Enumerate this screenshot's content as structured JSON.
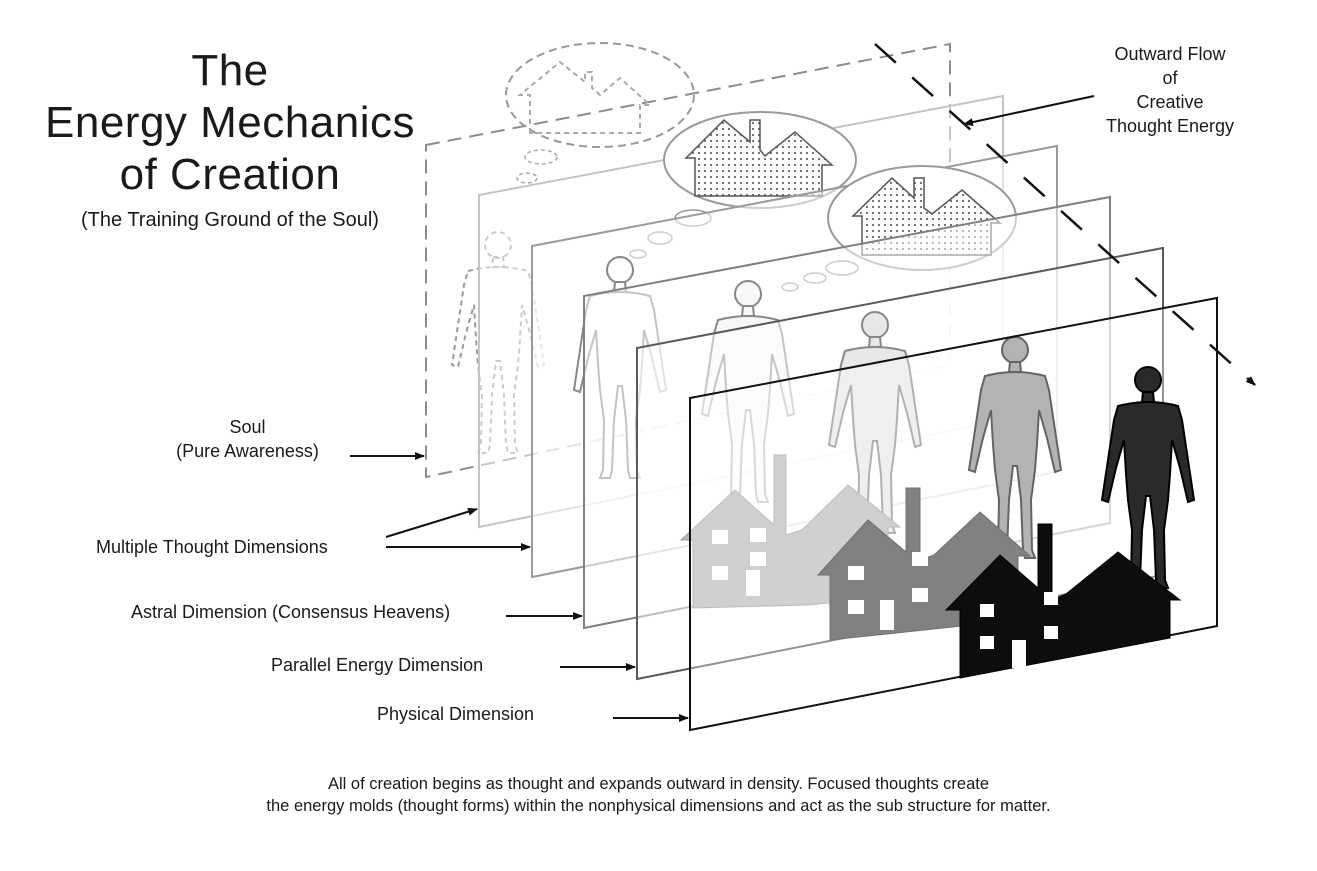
{
  "title": {
    "lines": [
      "The",
      "Energy Mechanics",
      "of Creation"
    ],
    "subtitle": "(The Training Ground of the Soul)"
  },
  "labels": {
    "outward_flow": [
      "Outward Flow",
      "of",
      "Creative",
      "Thought Energy"
    ],
    "soul": [
      "Soul",
      "(Pure Awareness)"
    ],
    "multiple_thought": "Multiple Thought Dimensions",
    "astral": "Astral Dimension (Consensus Heavens)",
    "parallel": "Parallel Energy Dimension",
    "physical": "Physical Dimension"
  },
  "caption": [
    "All of creation begins as thought and expands outward in density. Focused thoughts create",
    "the energy molds (thought forms) within the nonphysical dimensions and act as the sub structure for matter."
  ],
  "colors": {
    "plane_soul": "#8c8c8c",
    "plane_thought1": "#c4c4c4",
    "plane_thought2": "#9a9a9a",
    "plane_astral": "#808080",
    "plane_parallel": "#5a5a5a",
    "plane_physical": "#111111",
    "house_astral": "#6f6f6f",
    "house_parallel": "#3e3e3e",
    "house_physical": "#0d0d0d"
  },
  "figure_shades": [
    "#ffffff",
    "#eeeeee",
    "#cfcfcf",
    "#8a8a8a",
    "#2a2a2a"
  ]
}
